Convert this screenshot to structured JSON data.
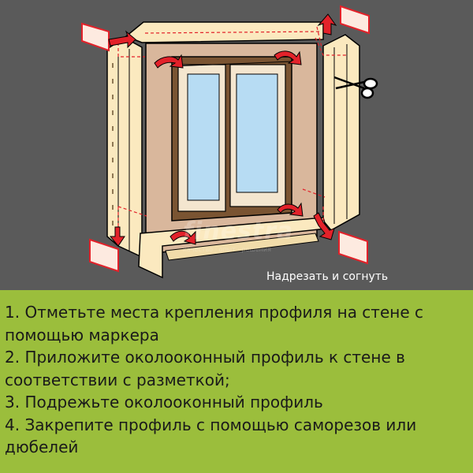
{
  "illustration": {
    "caption": "Надрезать и согнуть",
    "watermark": "finestra",
    "watermark_sub": "качество · опыт · решения",
    "colors": {
      "background": "#5a5a5a",
      "profile": "#fbe9bf",
      "recess": "#d9b79c",
      "frame": "#7a5432",
      "glass": "#b7dcf3",
      "arrow": "#e2222a",
      "tab": "#fdeae0",
      "tab_border": "#e2222a",
      "panel_green": "#9bbe3c"
    },
    "icons": [
      "scissors-icon",
      "bend-arrow-icon"
    ]
  },
  "steps": [
    "1. Отметьте места крепления профиля на стене с помощью маркера",
    "2. Приложите околооконный профиль к стене в соответствии с разметкой;",
    "3. Подрежьте околооконный профиль",
    "4. Закрепите профиль с помощью саморезов или дюбелей"
  ]
}
